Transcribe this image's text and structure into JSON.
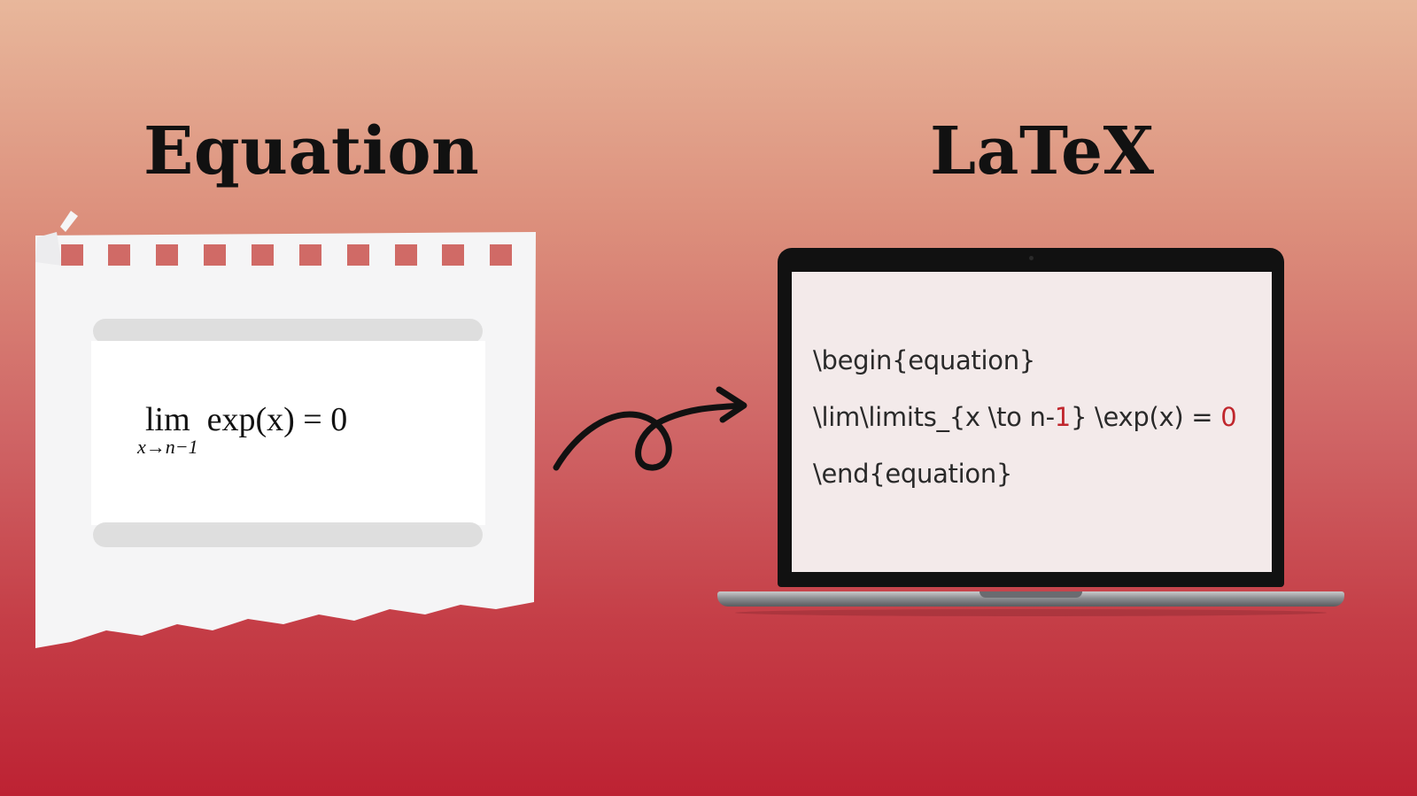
{
  "headings": {
    "left": "Equation",
    "right": "LaTeX"
  },
  "equation": {
    "lim": "lim",
    "subscript": "x→n−1",
    "expression": "exp(x) = 0"
  },
  "latex_code": {
    "line1": "\\begin{equation}",
    "line2_prefix": "\\lim\\limits_{x \\to n-",
    "line2_num1": "1",
    "line2_mid": "} \\exp(x) = ",
    "line2_num2": "0",
    "line3": "\\end{equation}"
  },
  "colors": {
    "number_highlight": "#c0272d",
    "text": "#111111"
  },
  "icons": {
    "arrow": "curly-arrow-icon",
    "laptop": "laptop-icon",
    "paper": "torn-notepad-paper"
  }
}
